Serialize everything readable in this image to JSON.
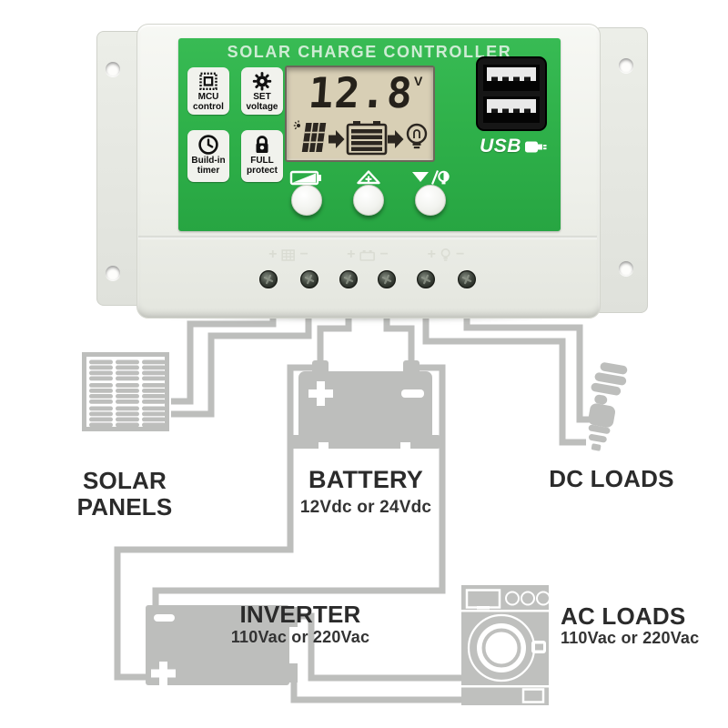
{
  "colors": {
    "green": "#2fb14a",
    "wire": "#bdbebc",
    "lcd": "#d8cfb5",
    "label": "#2b2b2b"
  },
  "device": {
    "title": "SOLAR CHARGE CONTROLLER",
    "features": [
      {
        "icon": "mcu-chip-icon",
        "line1": "MCU",
        "line2": "control"
      },
      {
        "icon": "gear-icon",
        "line1": "SET",
        "line2": "voltage"
      },
      {
        "icon": "clock-icon",
        "line1": "Build-in",
        "line2": "timer"
      },
      {
        "icon": "padlock-icon",
        "line1": "FULL",
        "line2": "protect"
      }
    ],
    "lcd": {
      "value": "12.8",
      "unit": "V"
    },
    "usb_label": "USB",
    "buttons": [
      {
        "symbol": "battery-status"
      },
      {
        "symbol": "up-plus"
      },
      {
        "symbol": "down-lamp"
      }
    ],
    "terminals": [
      {
        "plus": "+",
        "minus": "−",
        "icon": "solar-panel"
      },
      {
        "plus": "+",
        "minus": "−",
        "icon": "battery"
      },
      {
        "plus": "+",
        "minus": "−",
        "icon": "lamp"
      }
    ]
  },
  "diagram": {
    "solar_panels": {
      "label": "SOLAR PANELS"
    },
    "battery": {
      "label": "BATTERY",
      "sublabel": "12Vdc or 24Vdc",
      "plus": "+",
      "minus": "−"
    },
    "dc_loads": {
      "label": "DC LOADS"
    },
    "inverter": {
      "label": "INVERTER",
      "sublabel": "110Vac or 220Vac",
      "plus": "+",
      "minus": "−"
    },
    "ac_loads": {
      "label": "AC LOADS",
      "sublabel": "110Vac or 220Vac"
    }
  }
}
